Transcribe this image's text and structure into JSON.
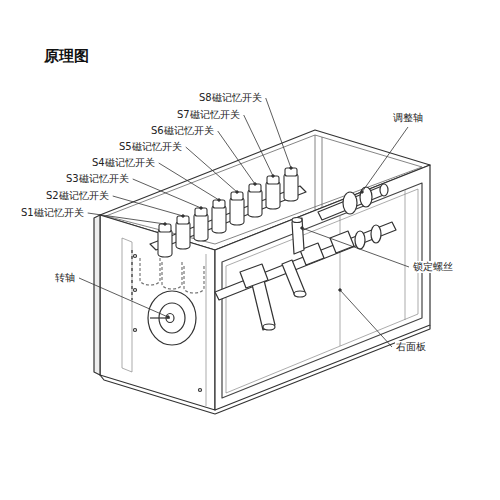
{
  "diagram": {
    "title": "原理图",
    "labels": [
      "S8磁记忆开关",
      "S7磁记忆开关",
      "S6磁记忆开关",
      "S5磁记忆开关",
      "S4磁记忆开关",
      "S3磁记忆开关",
      "S2磁记忆开关",
      "S1磁记忆开关",
      "调整轴",
      "锁定螺丝",
      "转轴",
      "右面板"
    ]
  }
}
